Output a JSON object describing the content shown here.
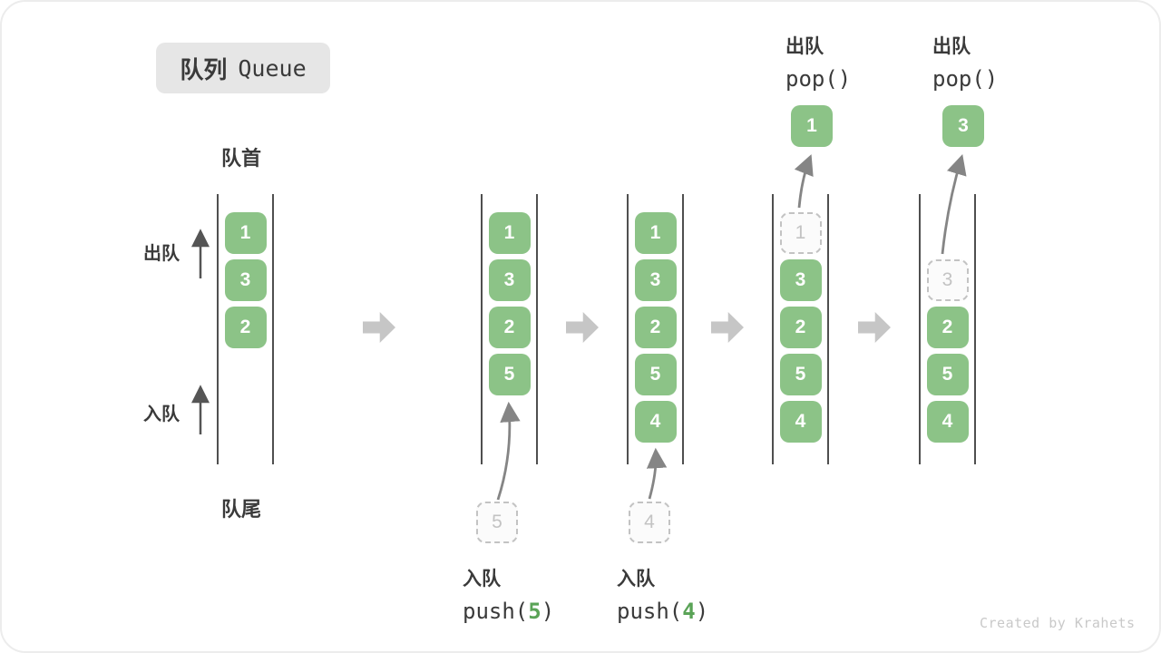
{
  "title": {
    "zh": "队列",
    "en": "Queue"
  },
  "labels": {
    "front": "队首",
    "rear": "队尾",
    "dequeue": "出队",
    "enqueue": "入队"
  },
  "ops": {
    "push5": {
      "zh": "入队",
      "fn": "push(",
      "arg": "5",
      "close": ")"
    },
    "push4": {
      "zh": "入队",
      "fn": "push(",
      "arg": "4",
      "close": ")"
    },
    "pop1": {
      "zh": "出队",
      "code": "pop()"
    },
    "pop2": {
      "zh": "出队",
      "code": "pop()"
    }
  },
  "queues": {
    "state1": {
      "items": [
        "1",
        "3",
        "2"
      ]
    },
    "state2": {
      "items": [
        "1",
        "3",
        "2",
        "5"
      ],
      "incoming": "5"
    },
    "state3": {
      "items": [
        "1",
        "3",
        "2",
        "5",
        "4"
      ],
      "incoming": "4"
    },
    "state4": {
      "ghost": "1",
      "items": [
        "3",
        "2",
        "5",
        "4"
      ],
      "popped": "1"
    },
    "state5": {
      "ghost": "3",
      "items": [
        "2",
        "5",
        "4"
      ],
      "popped": "3"
    }
  },
  "watermark": "Created by Krahets",
  "colors": {
    "box_green": "#8cc387",
    "box_text": "#ffffff",
    "ghost_border": "#c3c3c3",
    "ghost_text": "#c3c3c3",
    "rail_line": "#4f4f4f",
    "text_dark": "#3a3a3a",
    "block_arrow": "#c6c6c6",
    "curve_arrow": "#858585",
    "badge_bg": "#e6e6e6",
    "code_arg_green": "#5aa357",
    "watermark_gray": "#c9c9c9"
  }
}
